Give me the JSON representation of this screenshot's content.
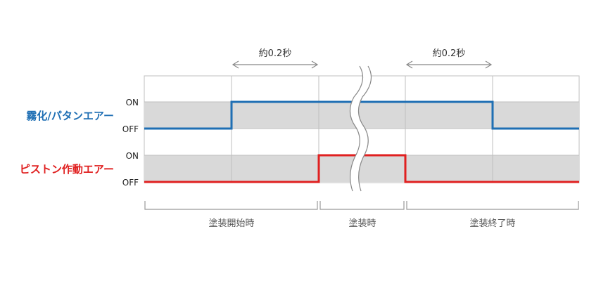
{
  "colors": {
    "atomize": "#1f6fb4",
    "piston": "#e02020",
    "band": "#d9d9d9",
    "grid": "#bfbfbf",
    "bracket": "#999999",
    "arrow": "#888888"
  },
  "signals": {
    "atomize": {
      "label": "霧化/パタンエアー",
      "on": "ON",
      "off": "OFF"
    },
    "piston": {
      "label": "ピストン作動エアー",
      "on": "ON",
      "off": "OFF"
    }
  },
  "durations": {
    "start": "約0.2秒",
    "end": "約0.2秒"
  },
  "phases": {
    "start": "塗装開始時",
    "during": "塗装時",
    "end": "塗装終了時"
  },
  "icons": {
    "break": "wavy-break-icon",
    "arrow": "double-arrow-icon"
  }
}
